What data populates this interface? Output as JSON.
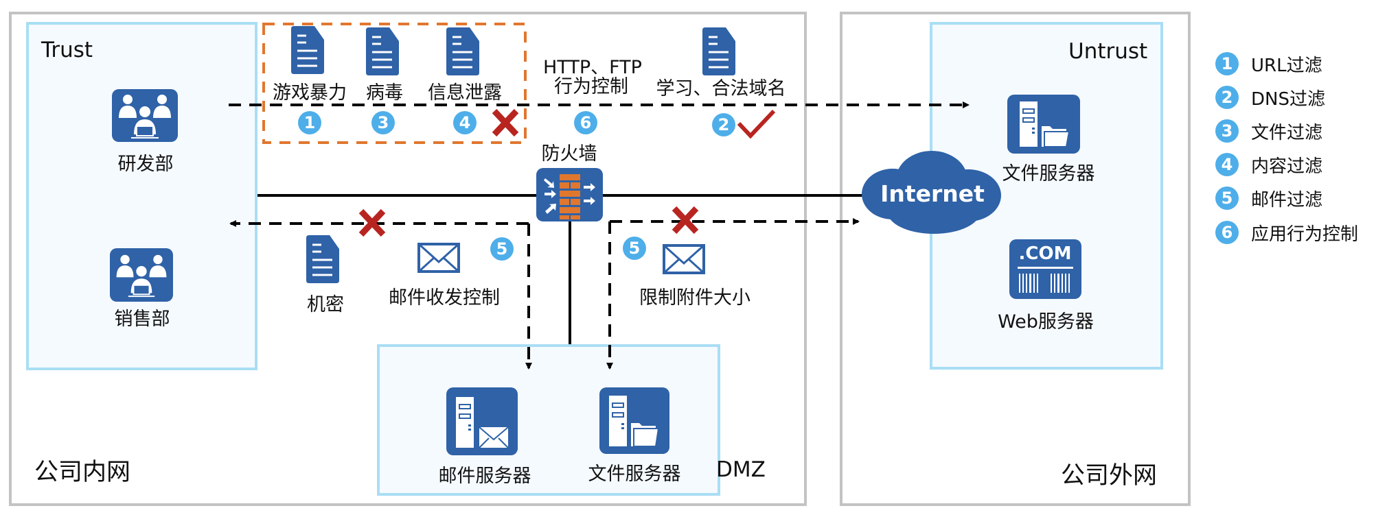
{
  "zones": {
    "intranet": {
      "title": "公司内网"
    },
    "extranet": {
      "title": "公司外网"
    },
    "trust": {
      "title": "Trust"
    },
    "untrust": {
      "title": "Untrust"
    },
    "dmz": {
      "title": "DMZ"
    }
  },
  "nodes": {
    "rd_dept": {
      "label": "研发部",
      "icon": "team-icon"
    },
    "sales_dept": {
      "label": "销售部",
      "icon": "team-icon"
    },
    "firewall": {
      "label": "防火墙",
      "icon": "firewall-icon"
    },
    "internet": {
      "label": "Internet",
      "icon": "cloud-icon"
    },
    "untrust_file_server": {
      "label": "文件服务器",
      "icon": "file-server-icon"
    },
    "web_server": {
      "label": "Web服务器",
      "icon": "web-server-icon",
      "icon_text": ".COM"
    },
    "dmz_mail_server": {
      "label": "邮件服务器",
      "icon": "mail-server-icon"
    },
    "dmz_file_server": {
      "label": "文件服务器",
      "icon": "file-server-icon"
    }
  },
  "traffic_items": {
    "games_violence": {
      "label": "游戏暴力",
      "badge": "1"
    },
    "virus": {
      "label": "病毒",
      "badge": "3"
    },
    "info_leak": {
      "label": "信息泄露",
      "badge": "4"
    },
    "app_control": {
      "label_line1": "HTTP、FTP",
      "label_line2": "行为控制",
      "badge": "6"
    },
    "legal_domains": {
      "label": "学习、合法域名",
      "badge": "2",
      "status": "allowed"
    },
    "confidential": {
      "label": "机密"
    },
    "mail_control": {
      "label": "邮件收发控制",
      "badge": "5"
    },
    "attachment_limit": {
      "label": "限制附件大小",
      "badge": "5"
    }
  },
  "legend": {
    "items": [
      {
        "badge": "1",
        "label": "URL过滤"
      },
      {
        "badge": "2",
        "label": "DNS过滤"
      },
      {
        "badge": "3",
        "label": "文件过滤"
      },
      {
        "badge": "4",
        "label": "内容过滤"
      },
      {
        "badge": "5",
        "label": "邮件过滤"
      },
      {
        "badge": "6",
        "label": "应用行为控制"
      }
    ]
  },
  "colors": {
    "icon_blue": "#2f62a7",
    "badge_blue": "#4eaee9",
    "block_red": "#b82520",
    "orange_frame": "#e0772f",
    "zone_border": "#a9def4",
    "outer_border": "#c3c3c3"
  }
}
